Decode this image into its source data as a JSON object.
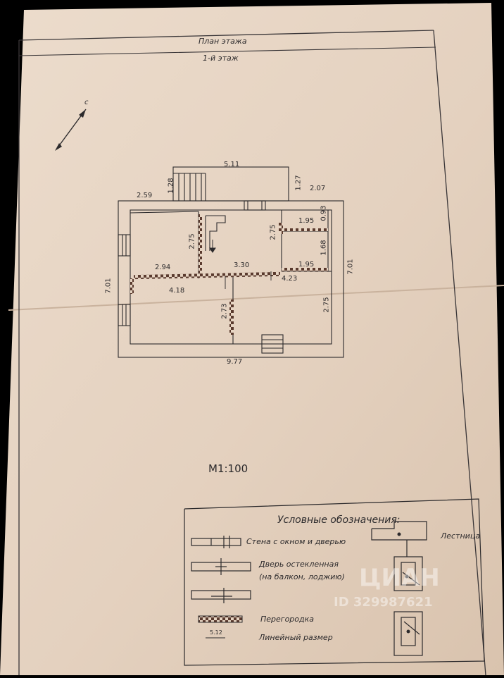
{
  "header": {
    "title": "План этажа",
    "floor": "1-й этаж"
  },
  "north_label": "с",
  "dimensions": {
    "stair_porch_width": "5.11",
    "left_porch_height": "1.28",
    "right_porch_height": "1.27",
    "top_left_offset": "2.59",
    "top_right_offset": "2.07",
    "total_height_left": "7.01",
    "total_height_right": "7.01",
    "total_width": "9.77",
    "room_a_width": "2.94",
    "room_a_height": "2.75",
    "hall_width": "3.30",
    "hall_height": "2.75",
    "small_room_1_width": "1.95",
    "small_room_1_height": "0.93",
    "small_room_2_width": "1.95",
    "small_room_2_height": "1.68",
    "room_c_width": "4.18",
    "room_c_height": "2.73",
    "room_d_width": "4.23",
    "room_d_height": "2.75"
  },
  "scale": "М1:100",
  "legend": {
    "title": "Условные обозначения:",
    "wall": "Стена с окном и дверью",
    "door_glazed": "Дверь остекленная",
    "door_glazed_note": "(на балкон, лоджию)",
    "partition": "Перегородка",
    "linear_dim_value": "5.12",
    "linear_dim": "Линейный размер",
    "stairs": "Лестница"
  },
  "watermark": {
    "brand": "ЦИАН",
    "id": "ID 329987621"
  },
  "colors": {
    "paper": "#e7d5c3",
    "ink": "#2c2a2c",
    "hatch": "#5a3a2e"
  }
}
